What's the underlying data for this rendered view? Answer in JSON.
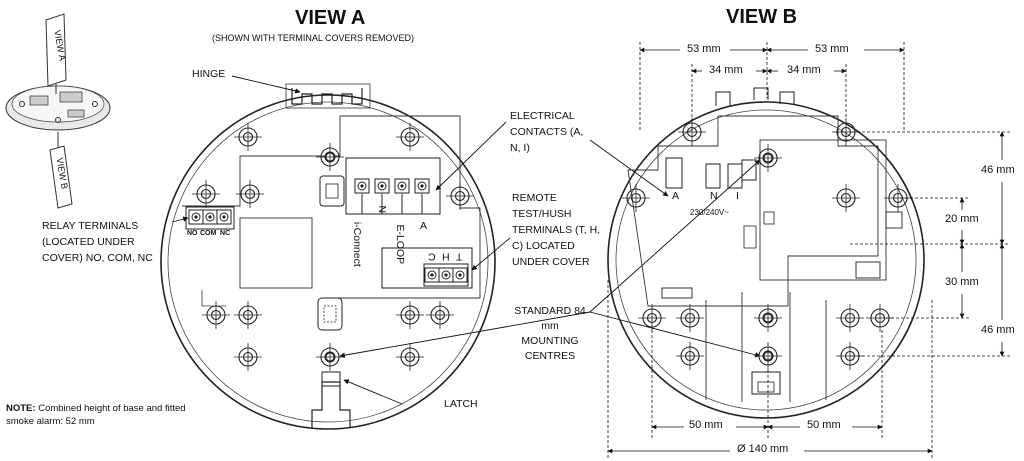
{
  "view_a": {
    "title": "VIEW A",
    "subtitle": "(SHOWN WITH TERMINAL COVERS REMOVED)",
    "hinge": "HINGE",
    "relay_terminals": "RELAY TERMINALS (LOCATED UNDER COVER) NO, COM, NC",
    "relay_tags": [
      "NO",
      "COM",
      "NC"
    ],
    "contact_letters": [
      "A",
      "N"
    ],
    "contact_e_loop": "E-LOOP",
    "contact_i_connect": "i-Connect",
    "thc_letters": [
      "T",
      "H",
      "C"
    ],
    "electrical_contacts": "ELECTRICAL CONTACTS (A, N, I)",
    "remote_terminals": "REMOTE TEST/HUSH TERMINALS (T, H, C) LOCATED UNDER COVER",
    "standard_mounting": "STANDARD 84 mm MOUNTING CENTRES",
    "latch": "LATCH"
  },
  "view_b": {
    "title": "VIEW B",
    "dims": {
      "top_left": "53 mm",
      "top_right": "53 mm",
      "inner_left": "34 mm",
      "inner_right": "34 mm",
      "right_1": "46 mm",
      "right_2": "20 mm",
      "right_3": "30 mm",
      "right_4": "46 mm",
      "bottom_left": "50 mm",
      "bottom_right": "50 mm",
      "diameter": "Ø 140 mm"
    },
    "board_labels": [
      "A",
      "N",
      "I"
    ],
    "voltage": "230/240V~"
  },
  "thumbnail": {
    "tag_a": "VIEW A",
    "tag_b": "VIEW B"
  },
  "note": {
    "bold": "NOTE:",
    "text": " Combined height of base and fitted smoke alarm: 52 mm"
  }
}
